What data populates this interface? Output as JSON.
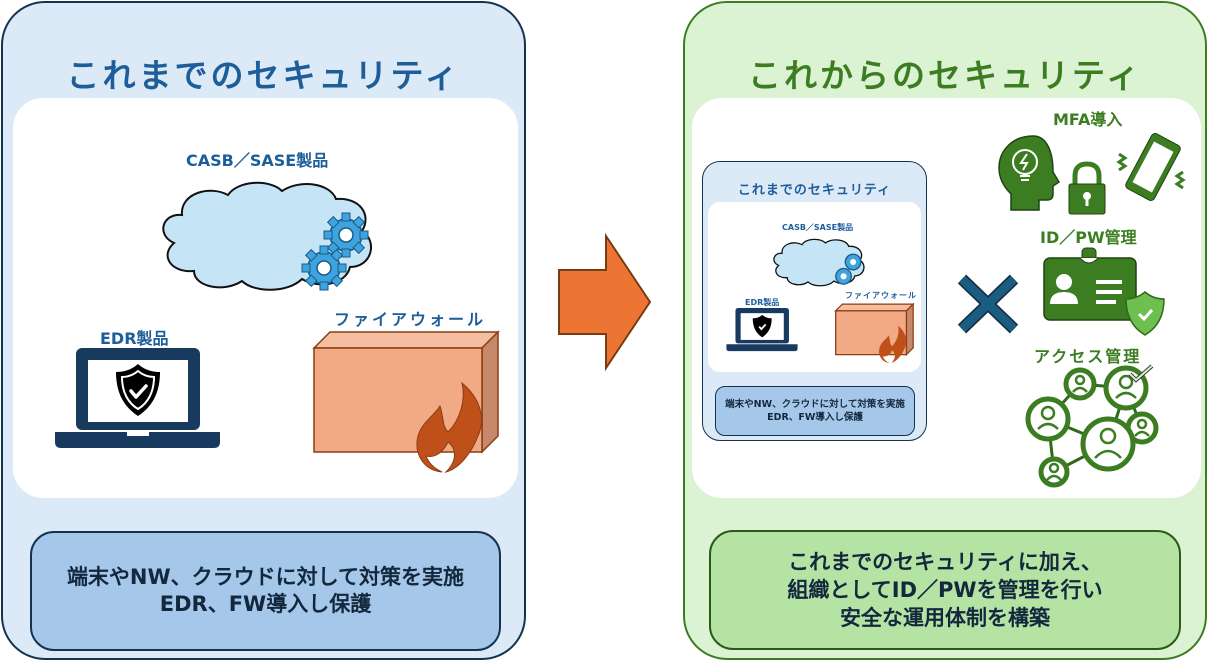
{
  "left_panel": {
    "title": "これまでのセキュリティ",
    "cloud_label": "CASB／SASE製品",
    "edr_label": "EDR製品",
    "firewall_label": "ファイアウォール",
    "summary_lines": [
      "端末やNW、クラウドに対して対策を実施",
      "EDR、FW導入し保護"
    ]
  },
  "arrow": {
    "icon": "right-arrow-icon",
    "color": "#ed7533"
  },
  "right_panel": {
    "title": "これからのセキュリティ",
    "mini_panel": {
      "title": "これまでのセキュリティ",
      "cloud_label": "CASB／SASE製品",
      "edr_label": "EDR製品",
      "firewall_label": "ファイアウォール",
      "summary_lines": [
        "端末やNW、クラウドに対して対策を実施",
        "EDR、FW導入し保護"
      ]
    },
    "combine_symbol": "×",
    "measures": [
      {
        "label": "MFA導入",
        "icons": [
          "head-lightbulb-icon",
          "padlock-icon",
          "vibrating-phone-icon"
        ]
      },
      {
        "label": "ID／PW管理",
        "icons": [
          "id-badge-icon",
          "shield-check-icon"
        ]
      },
      {
        "label": "アクセス管理",
        "icons": [
          "user-network-icon",
          "checkmark-icon"
        ]
      }
    ],
    "summary_lines": [
      "これまでのセキュリティに加え、",
      "組織としてID／PWを管理を行い",
      "安全な運用体制を構築"
    ]
  },
  "colors": {
    "left_bg": "#dce9f6",
    "left_title": "#1d5e9a",
    "left_summary_bg": "#a5c8ea",
    "right_bg": "#dbf3d3",
    "right_title": "#3c7d22",
    "right_summary_bg": "#b5e3a4",
    "firewall": "#f2aa84",
    "flame": "#c0501a",
    "laptop": "#173a5e",
    "cloud": "#c5e4f6",
    "gear": "#3ea3de",
    "icon_green": "#3c7d22",
    "cross": "#1b5d80"
  }
}
